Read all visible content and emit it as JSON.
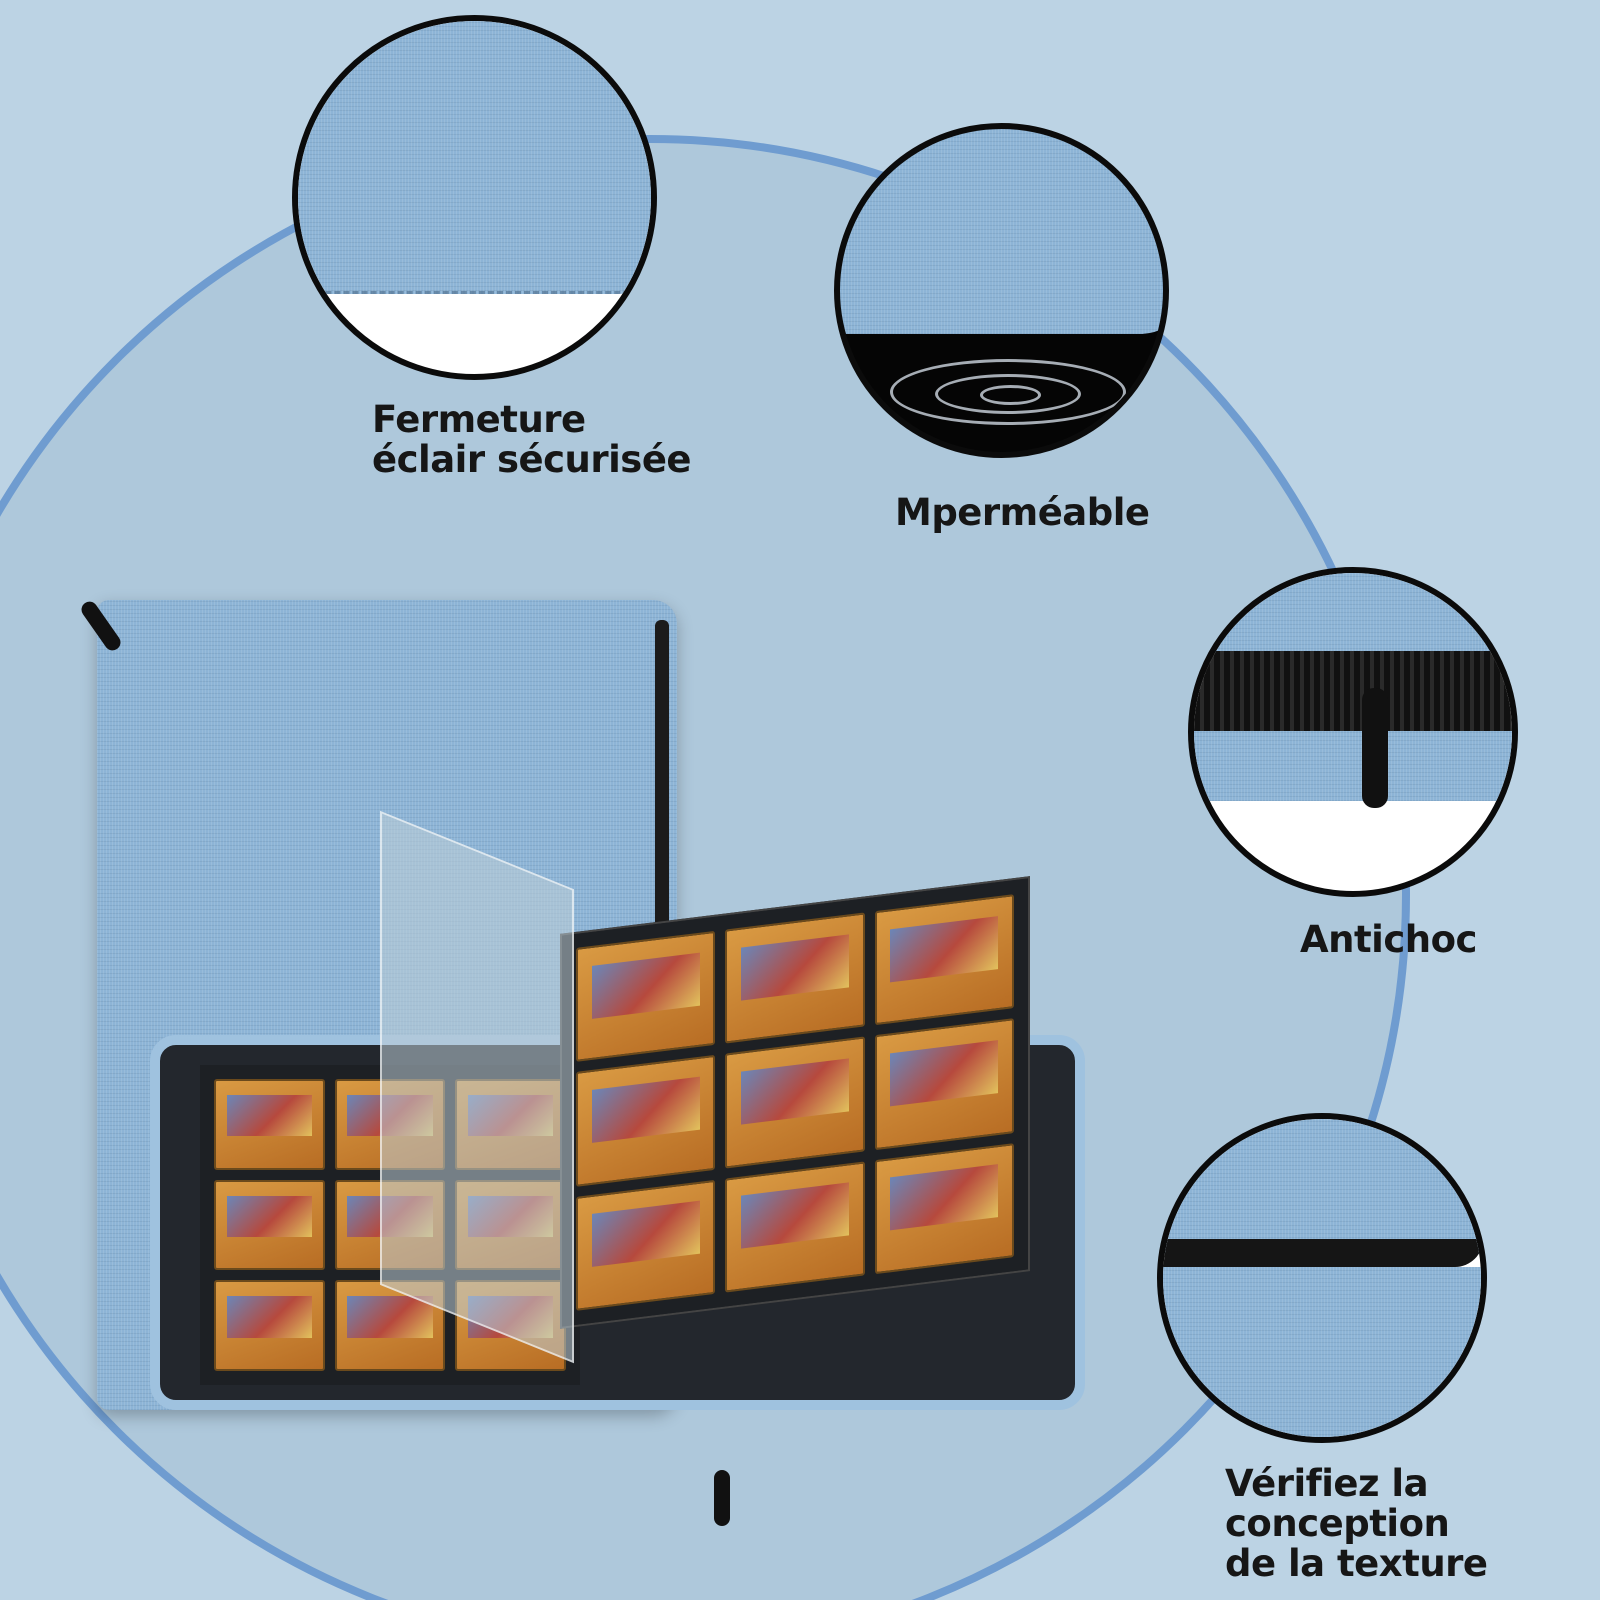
{
  "features": {
    "zipper": "Fermeture\néclair sécurisée",
    "waterproof": "Mperméable",
    "shockproof": "Antichoc",
    "texture": "Vérifiez la\nconception\nde la texture"
  },
  "colors": {
    "background": "#bcd3e4",
    "arc": "#6f9cd0",
    "fabric": "#8db4d6",
    "text": "#161616"
  }
}
